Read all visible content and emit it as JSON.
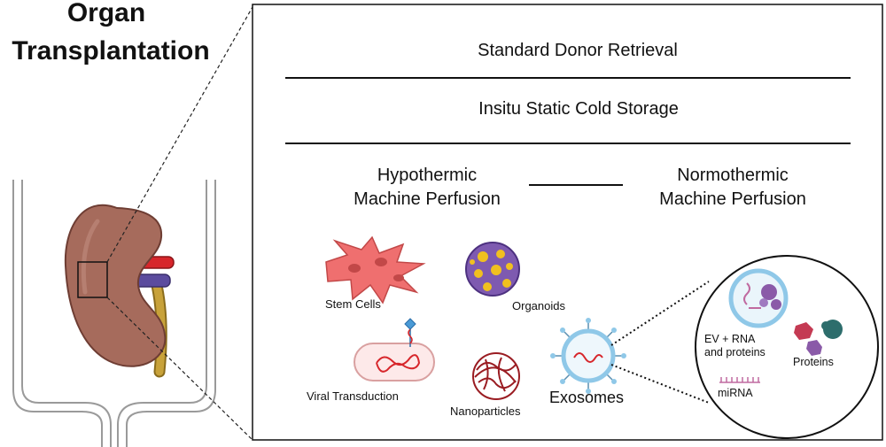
{
  "title": {
    "line1": "Organ",
    "line2": "Transplantation"
  },
  "steps": {
    "step1": "Standard Donor Retrieval",
    "step2": "Insitu Static Cold Storage",
    "hypothermic": {
      "line1": "Hypothermic",
      "line2": "Machine Perfusion"
    },
    "normothermic": {
      "line1": "Normothermic",
      "line2": "Machine Perfusion"
    }
  },
  "therapies": {
    "stem_cells": "Stem Cells",
    "organoids": "Organoids",
    "viral": "Viral Transduction",
    "nanoparticles": "Nanoparticles",
    "exosomes": "Exosomes"
  },
  "exosome_detail": {
    "ev_line1": "EV + RNA",
    "ev_line2": "and proteins",
    "proteins": "Proteins",
    "mirna": "miRNA"
  },
  "colors": {
    "kidney": "#a66b5c",
    "kidney_dark": "#7f4a3f",
    "artery": "#d7262b",
    "vein": "#5b4b9e",
    "ureter": "#c8a23a",
    "stem_cells": "#ef6f6f",
    "organoid": "#7e5ab0",
    "organoid_yellow": "#f0c020",
    "nanoparticle": "#9a1c22",
    "exosome": "#8fc8e8",
    "protein_red": "#c43a53",
    "protein_teal": "#2d6d6c",
    "protein_purple": "#8a5aa8"
  }
}
